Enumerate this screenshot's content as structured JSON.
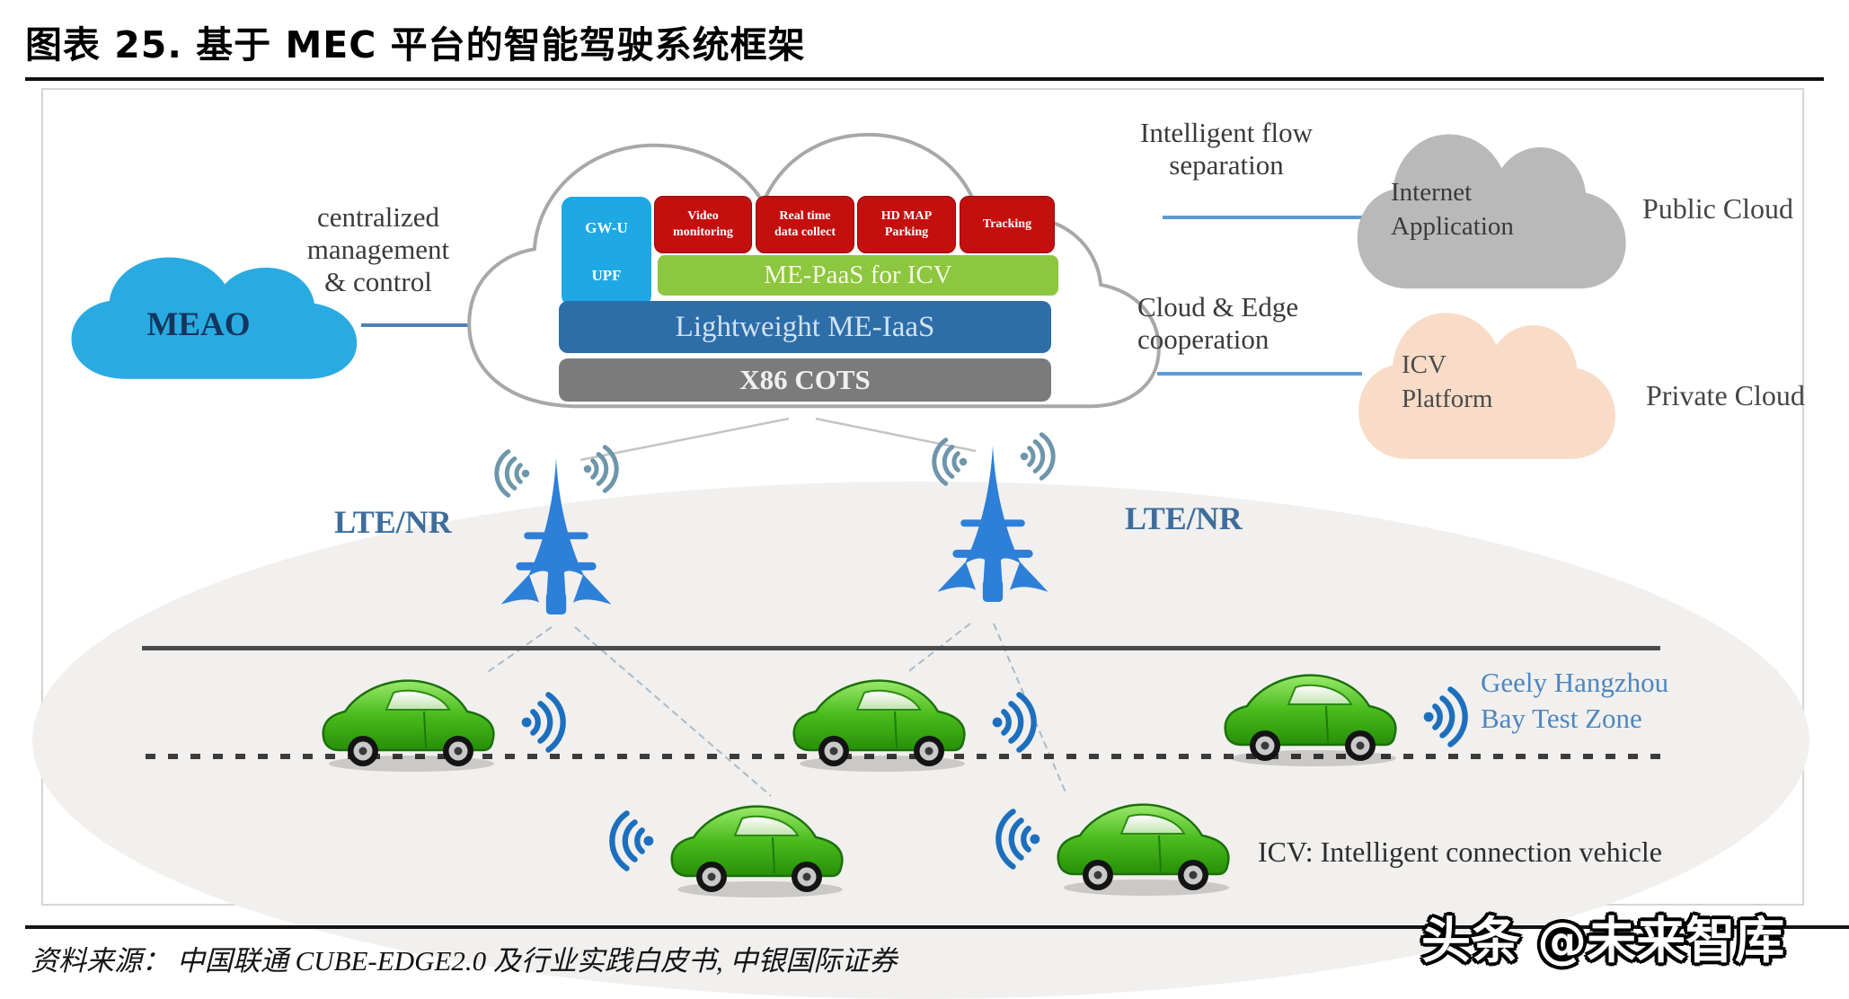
{
  "title": "图表 25. 基于 MEC 平台的智能驾驶系统框架",
  "source": "资料来源： 中国联通 CUBE-EDGE2.0 及行业实践白皮书, 中银国际证券",
  "watermark": "头条 @未来智库",
  "meao": {
    "label": "MEAO"
  },
  "labels": {
    "left_link": [
      "centralized",
      "management",
      "& control"
    ],
    "flow": [
      "Intelligent flow",
      "separation"
    ],
    "coop": [
      "Cloud & Edge",
      "cooperation"
    ],
    "lte_left": "LTE/NR",
    "lte_right": "LTE/NR",
    "zone": [
      "Geely Hangzhou",
      "Bay Test Zone"
    ],
    "icv_note": "ICV: Intelligent connection vehicle",
    "public_cloud": "Public Cloud",
    "private_cloud": "Private Cloud"
  },
  "clouds": {
    "internet": [
      "Internet",
      "Application"
    ],
    "icv_platform": [
      "ICV",
      "Platform"
    ]
  },
  "platform": {
    "gw": [
      "GW-U",
      "UPF"
    ],
    "apps": [
      {
        "l1": "Video",
        "l2": "monitoring"
      },
      {
        "l1": "Real time",
        "l2": "data collect"
      },
      {
        "l1": "HD MAP",
        "l2": "Parking"
      },
      {
        "l1": "Tracking",
        "l2": ""
      }
    ],
    "paas": "ME-PaaS for ICV",
    "iaas": "Lightweight ME-IaaS",
    "hw": "X86 COTS"
  },
  "colors": {
    "accent_blue": "#1ea9e4",
    "app_red": "#c40f0f",
    "paas_green": "#8dc63f",
    "iaas_blue": "#2d6da8",
    "hw_gray": "#7b7b7b",
    "link_blue": "#5b9bd5",
    "public_cloud_gray": "#b9b9b9",
    "private_cloud_peach": "#f8dcc7",
    "car_green": "#49bb1c",
    "tower_blue": "#2e7fd8"
  }
}
